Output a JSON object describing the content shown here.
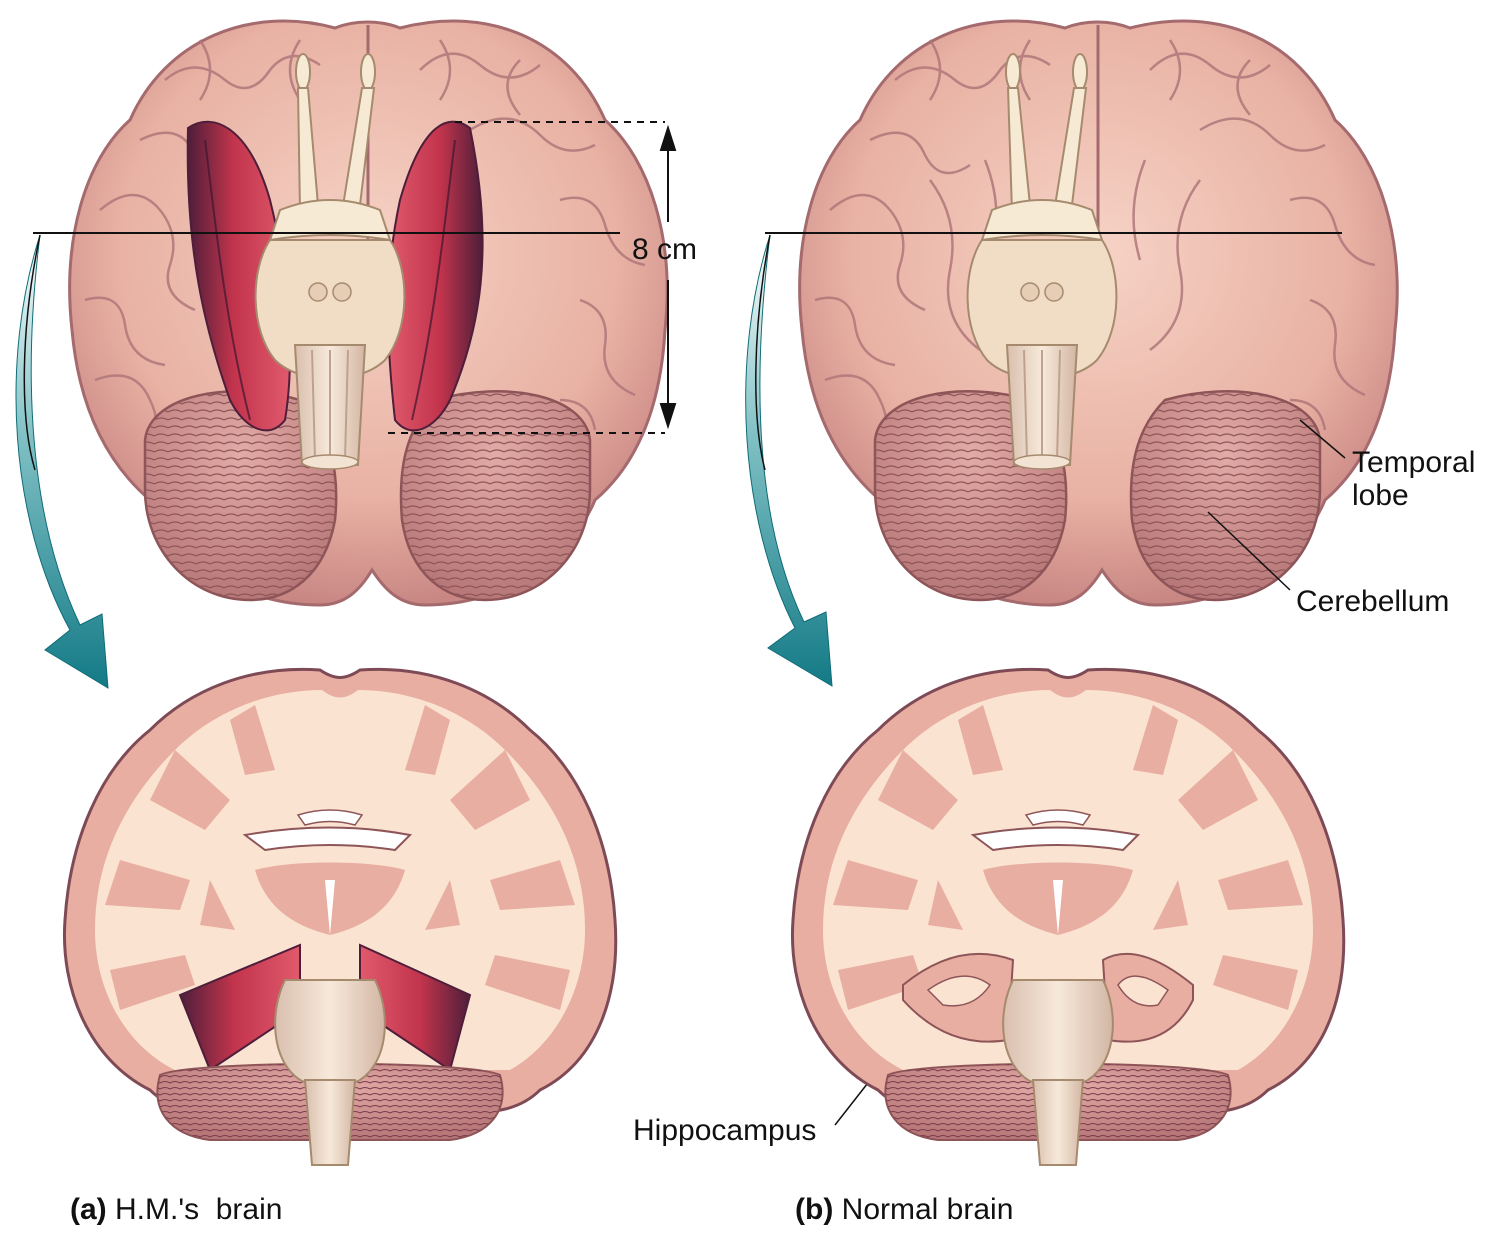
{
  "colors": {
    "brain_surface": "#EEC0B2",
    "brain_shadow": "#B9787A",
    "gyri_line": "#A86F74",
    "white_matter": "#FBE3D2",
    "gray_matter": "#E9B0A3",
    "brainstem": "#F3E0CC",
    "lesion": "#C8384F",
    "lesion_dark": "#5B2440",
    "arrow_teal": "#1B8A94",
    "cerebellum": "#D89C98"
  },
  "panel_a": {
    "caption_letter": "(a)",
    "caption_text": "H.M.'s  brain",
    "dimension_label": "8 cm"
  },
  "panel_b": {
    "caption_letter": "(b)",
    "caption_text": "Normal brain",
    "label_temporal_lobe_line1": "Temporal",
    "label_temporal_lobe_line2": "lobe",
    "label_cerebellum": "Cerebellum",
    "label_hippocampus": "Hippocampus"
  }
}
